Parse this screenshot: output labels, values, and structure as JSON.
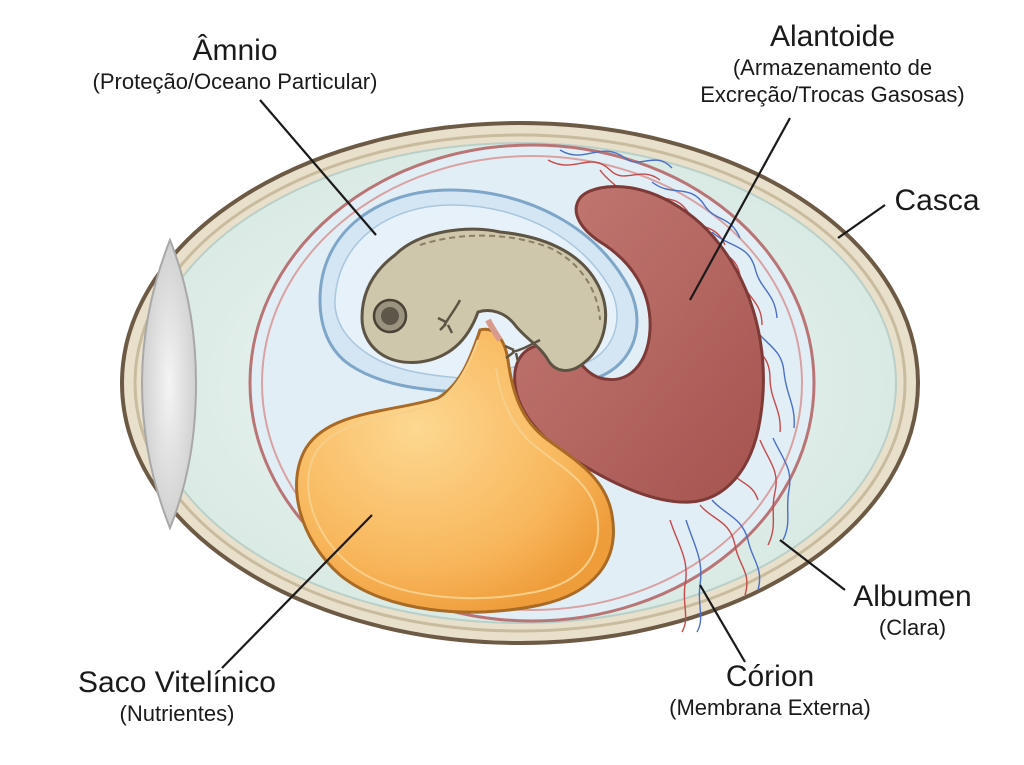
{
  "labels": {
    "amnio": {
      "title": "Âmnio",
      "sub": "(Proteção/Oceano Particular)"
    },
    "alantoide": {
      "title": "Alantoide",
      "sub1": "(Armazenamento de",
      "sub2": "Excreção/Trocas Gasosas)"
    },
    "casca": {
      "title": "Casca"
    },
    "albumen": {
      "title": "Albumen",
      "sub": "(Clara)"
    },
    "corion": {
      "title": "Córion",
      "sub": "(Membrana Externa)"
    },
    "saco": {
      "title": "Saco Vitelínico",
      "sub": "(Nutrientes)"
    }
  },
  "colors": {
    "shell": "#e7ddc8",
    "albumen": "#e6f1ee",
    "amnion_fluid": "#d8e9f5",
    "yolk": "#f8b75c",
    "allantois": "#b4605d",
    "embryo": "#cfc6aa",
    "chorion": "#c87878"
  }
}
